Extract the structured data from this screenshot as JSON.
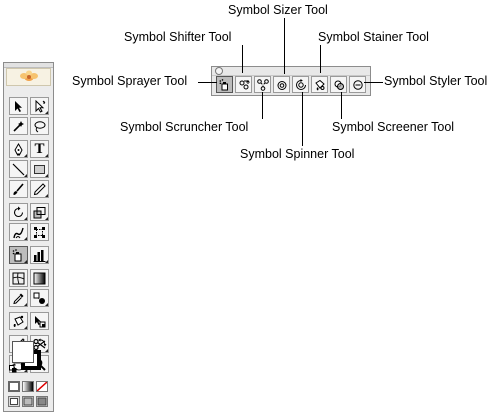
{
  "toolbox": {
    "header_icon": "flower-logo-icon",
    "tools": [
      [
        "selection-arrow-icon",
        "direct-selection-icon"
      ],
      [
        "magic-wand-icon",
        "lasso-icon"
      ],
      [
        "pen-icon",
        "type-icon"
      ],
      [
        "line-segment-icon",
        "rectangle-icon"
      ],
      [
        "paintbrush-icon",
        "pencil-icon"
      ],
      [
        "rotate-icon",
        "scale-icon"
      ],
      [
        "warp-icon",
        "free-transform-icon"
      ],
      [
        "symbol-sprayer-icon",
        "column-graph-icon"
      ],
      [
        "mesh-icon",
        "gradient-icon"
      ],
      [
        "eyedropper-icon",
        "blend-icon"
      ],
      [
        "live-paint-bucket-icon",
        "live-paint-selection-icon"
      ],
      [
        "slice-icon",
        "scissors-icon"
      ],
      [
        "hand-icon",
        "zoom-icon"
      ]
    ],
    "type_glyph": "T",
    "colors": {
      "fill": "#ffffff",
      "stroke": "#000000"
    }
  },
  "symbol_panel": {
    "tools": [
      "symbol-sprayer-icon",
      "symbol-shifter-icon",
      "symbol-scruncher-icon",
      "symbol-sizer-icon",
      "symbol-spinner-icon",
      "symbol-stainer-icon",
      "symbol-screener-icon",
      "symbol-styler-icon"
    ]
  },
  "callouts": {
    "sprayer": "Symbol Sprayer Tool",
    "shifter": "Symbol Shifter Tool",
    "scruncher": "Symbol Scruncher Tool",
    "sizer": "Symbol Sizer Tool",
    "spinner": "Symbol Spinner Tool",
    "stainer": "Symbol Stainer Tool",
    "screener": "Symbol Screener Tool",
    "styler": "Symbol Styler Tool"
  }
}
